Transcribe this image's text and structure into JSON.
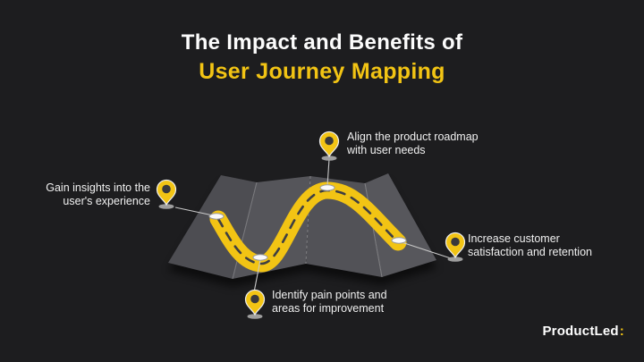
{
  "title": {
    "line1": "The Impact and Benefits of",
    "line2": "User Journey Mapping"
  },
  "pins": [
    {
      "id": "insights",
      "icon": "map-pin-icon",
      "label": "Gain insights into the\nuser's experience"
    },
    {
      "id": "roadmap",
      "icon": "map-pin-icon",
      "label": "Align the product roadmap\nwith user needs"
    },
    {
      "id": "satisfaction",
      "icon": "map-pin-icon",
      "label": "Increase customer\nsatisfaction and retention"
    },
    {
      "id": "painpoints",
      "icon": "map-pin-icon",
      "label": "Identify pain points and\nareas for improvement"
    }
  ],
  "logo": {
    "name": "ProductLed",
    "mark": ":"
  },
  "colors": {
    "background": "#1d1d1f",
    "accent": "#F2C414",
    "map_panel": "#525257",
    "text": "#F0F0F0"
  }
}
